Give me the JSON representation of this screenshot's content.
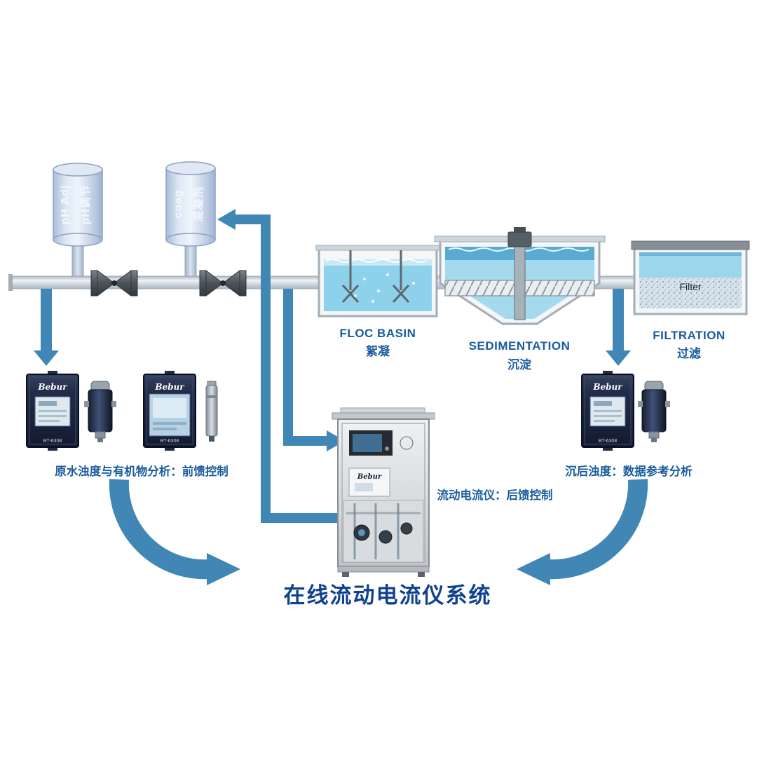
{
  "title": "在线流动电流仪系统",
  "colors": {
    "arrow": "#4187b5",
    "label": "#1a5c9e",
    "title": "#10418f",
    "water": "#8ed1ea"
  },
  "tanks": {
    "ph": {
      "en": "pH Adj",
      "zh": "pH调节"
    },
    "coag": {
      "en": "coag",
      "zh": "混凝剂"
    }
  },
  "stages": {
    "floc": {
      "en": "FLOC BASIN",
      "zh": "絮凝"
    },
    "sedimentation": {
      "en": "SEDIMENTATION",
      "zh": "沉淀"
    },
    "filtration": {
      "en": "FILTRATION",
      "zh": "过滤"
    }
  },
  "filter_label": "Filter",
  "devices": {
    "brand": "Bebur",
    "model": "BT-6308"
  },
  "annotations": {
    "left": "原水浊度与有机物分析：前馈控制",
    "right": "沉后浊度：数据参考分析",
    "center": "流动电流仪：后馈控制"
  }
}
